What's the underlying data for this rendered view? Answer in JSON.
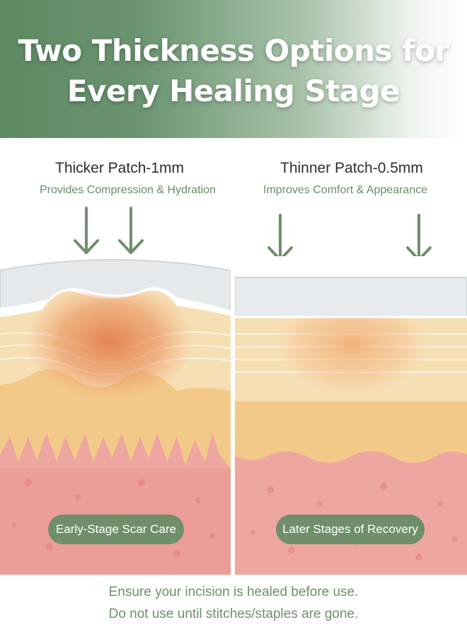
{
  "title": {
    "line1": "Two Thickness Options for",
    "line2": "Every Healing Stage"
  },
  "left": {
    "label": "Thicker Patch-1mm",
    "subtitle": "Provides Compression & Hydration",
    "badge": "Early-Stage Scar Care"
  },
  "right": {
    "label": "Thinner Patch-0.5mm",
    "subtitle": "Improves Comfort & Appearance",
    "badge": "Later Stages of Recovery"
  },
  "footer": {
    "line1": "Ensure your incision is healed before use.",
    "line2": "Do not use until stitches/staples are gone."
  },
  "colors": {
    "accent_green": "#6f8f6b",
    "header_green": "#5e8a63"
  }
}
